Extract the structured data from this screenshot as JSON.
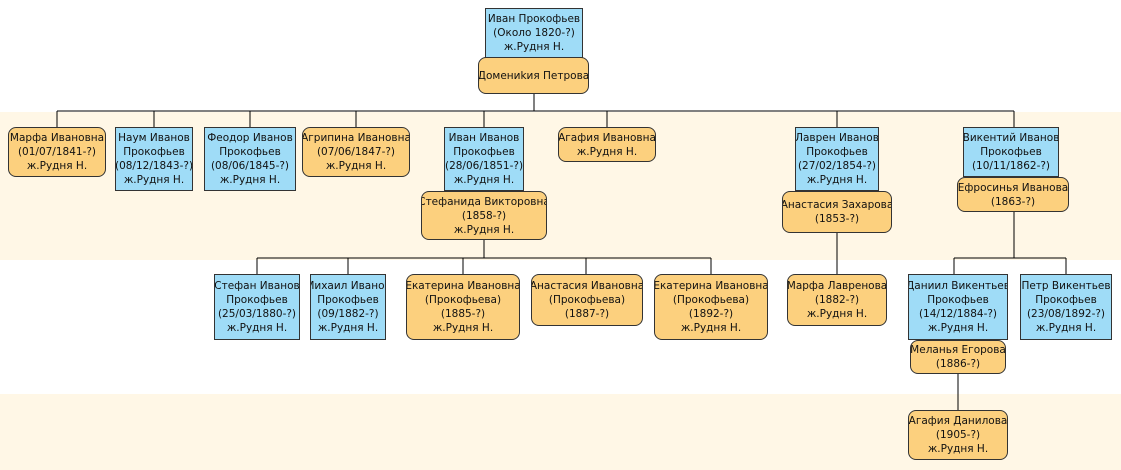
{
  "persons": {
    "ivan_prokofiev": {
      "lines": [
        "Иван Прокофьев",
        "(Около 1820-?)",
        "ж.Рудня Н."
      ]
    },
    "domenikiya": {
      "lines": [
        "Домениkия Петрова"
      ]
    },
    "marfa_iv": {
      "lines": [
        "Марфа Ивановна",
        "(01/07/1841-?)",
        "ж.Рудня Н."
      ]
    },
    "naum": {
      "lines": [
        "Наум Иванов",
        "Прокофьев",
        "(08/12/1843-?)",
        "ж.Рудня Н."
      ]
    },
    "feodor": {
      "lines": [
        "Феодор Иванов",
        "Прокофьев",
        "(08/06/1845-?)",
        "ж.Рудня Н."
      ]
    },
    "agripina": {
      "lines": [
        "Агрипина Ивановна",
        "(07/06/1847-?)",
        "ж.Рудня Н."
      ]
    },
    "ivan_iv": {
      "lines": [
        "Иван Иванов",
        "Прокофьев",
        "(28/06/1851-?)",
        "ж.Рудня Н."
      ]
    },
    "stefanida": {
      "lines": [
        "Стефанида Викторовна",
        "(1858-?)",
        "ж.Рудня Н."
      ]
    },
    "agafiya_iv": {
      "lines": [
        "Агафия Ивановна",
        "ж.Рудня Н."
      ]
    },
    "lavren": {
      "lines": [
        "Лаврен Иванов",
        "Прокофьев",
        "(27/02/1854-?)",
        "ж.Рудня Н."
      ]
    },
    "anastasiya_z": {
      "lines": [
        "Анастасия Захарова",
        "(1853-?)"
      ]
    },
    "vikentiy": {
      "lines": [
        "Викентий Иванов",
        "Прокофьев",
        "(10/11/1862-?)"
      ]
    },
    "efrosinya": {
      "lines": [
        "Ефросинья Иванова",
        "(1863-?)"
      ]
    },
    "stefan": {
      "lines": [
        "Стефан Иванов",
        "Прокофьев",
        "(25/03/1880-?)",
        "ж.Рудня Н."
      ]
    },
    "mikhail": {
      "lines": [
        "Михаил Иванов",
        "Прокофьев",
        "(09/1882-?)",
        "ж.Рудня Н."
      ]
    },
    "ekaterina1": {
      "lines": [
        "Екатерина Ивановна",
        "(Прокофьева)",
        "(1885-?)",
        "ж.Рудня Н."
      ]
    },
    "anastasiya_iv": {
      "lines": [
        "Анастасия Ивановна",
        "(Прокофьева)",
        "(1887-?)"
      ]
    },
    "ekaterina2": {
      "lines": [
        "Екатерина Ивановна",
        "(Прокофьева)",
        "(1892-?)",
        "ж.Рудня Н."
      ]
    },
    "marfa_l": {
      "lines": [
        "Марфа Лавренова",
        "(1882-?)",
        "ж.Рудня Н."
      ]
    },
    "daniil": {
      "lines": [
        "Даниил Викентьев",
        "Прокофьев",
        "(14/12/1884-?)",
        "ж.Рудня Н."
      ]
    },
    "melanya": {
      "lines": [
        "Меланья Егорова",
        "(1886-?)"
      ]
    },
    "petr": {
      "lines": [
        "Петр Викентьев",
        "Прокофьев",
        "(23/08/1892-?)",
        "ж.Рудня Н."
      ]
    },
    "agafiya_d": {
      "lines": [
        "Агафия Данилова",
        "(1905-?)",
        "ж.Рудня Н."
      ]
    }
  },
  "colors": {
    "male": "#9fdcf7",
    "female": "#fcd07e",
    "band": "#fff7e6",
    "line": "#000000"
  }
}
